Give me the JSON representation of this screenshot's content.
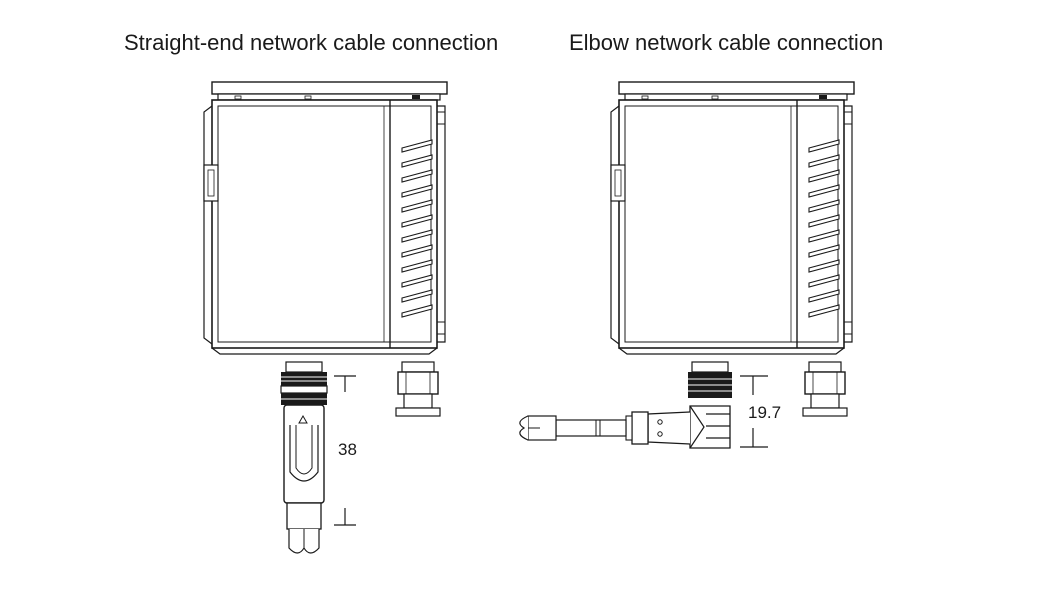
{
  "left_diagram": {
    "title": "Straight-end network cable connection",
    "dimension": "38"
  },
  "right_diagram": {
    "title": "Elbow network cable connection",
    "dimension": "19.7"
  },
  "colors": {
    "line": "#1a1a1a",
    "fill": "#ffffff"
  }
}
